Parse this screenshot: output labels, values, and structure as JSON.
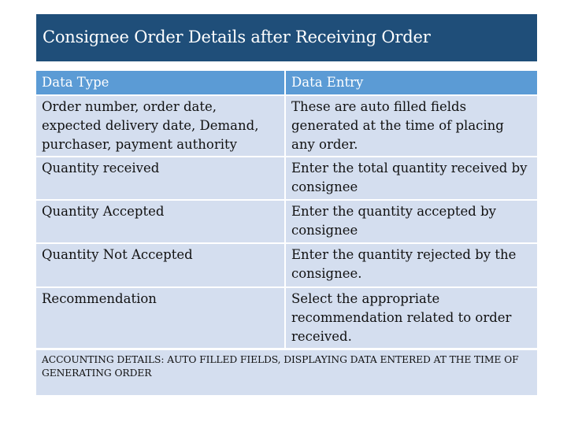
{
  "slide": {
    "title": "Consignee Order Details after Receiving Order"
  },
  "table": {
    "headers": [
      "Data Type",
      "Data Entry"
    ],
    "rows": [
      {
        "type": "Order number, order date, expected delivery date, Demand, purchaser, payment authority",
        "entry": "These are auto filled fields generated at the time of placing any order."
      },
      {
        "type": "Quantity received",
        "entry": "Enter the total quantity received by consignee"
      },
      {
        "type": "Quantity Accepted",
        "entry": "Enter the quantity accepted by consignee"
      },
      {
        "type": "Quantity Not Accepted",
        "entry": "Enter the quantity rejected by the consignee."
      },
      {
        "type": "Recommendation",
        "entry": "Select the appropriate recommendation related to order received."
      }
    ]
  },
  "footnote": "ACCOUNTING DETAILS:  AUTO FILLED FIELDS, DISPLAYING DATA ENTERED AT THE TIME OF GENERATING ORDER",
  "colors": {
    "title_bg": "#1f4e79",
    "header_bg": "#5b9bd5",
    "row_bg": "#d4deef"
  }
}
